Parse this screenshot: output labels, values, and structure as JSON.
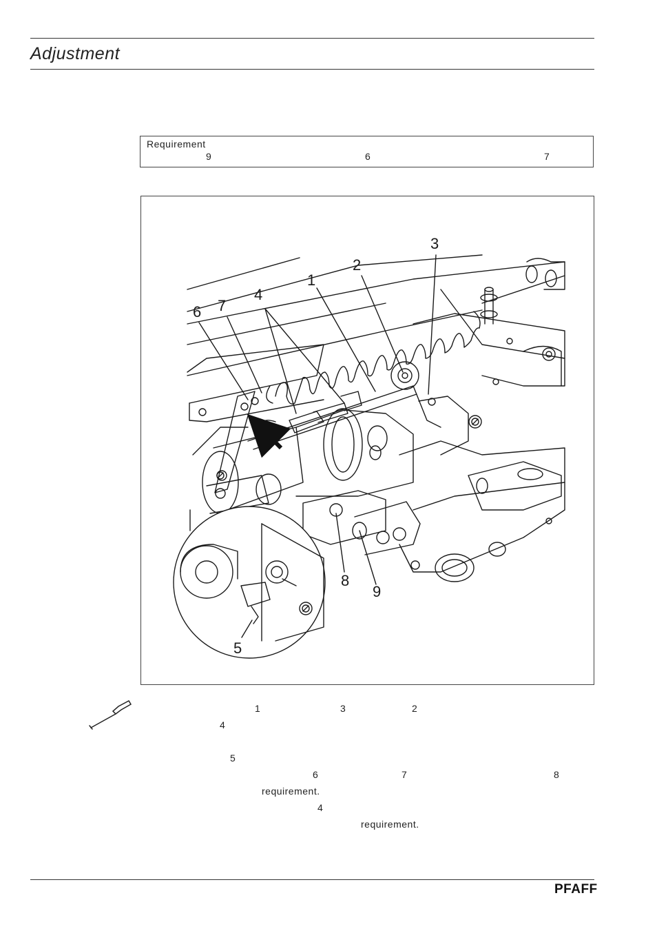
{
  "header": {
    "title": "Adjustment"
  },
  "requirement_box": {
    "label": "Requirement",
    "refs": [
      "9",
      "6",
      "7"
    ]
  },
  "figure": {
    "callouts": [
      "1",
      "2",
      "3",
      "4",
      "5",
      "6",
      "7",
      "8",
      "9"
    ]
  },
  "instructions": {
    "line1_refs": [
      "1",
      "3",
      "2"
    ],
    "line2_ref": "4",
    "line3_ref": "5",
    "line4_refs": [
      "6",
      "7",
      "8"
    ],
    "line5_text": "requirement.",
    "line6_ref": "4",
    "line7_text": "requirement."
  },
  "footer": {
    "brand": "PFAFF"
  }
}
